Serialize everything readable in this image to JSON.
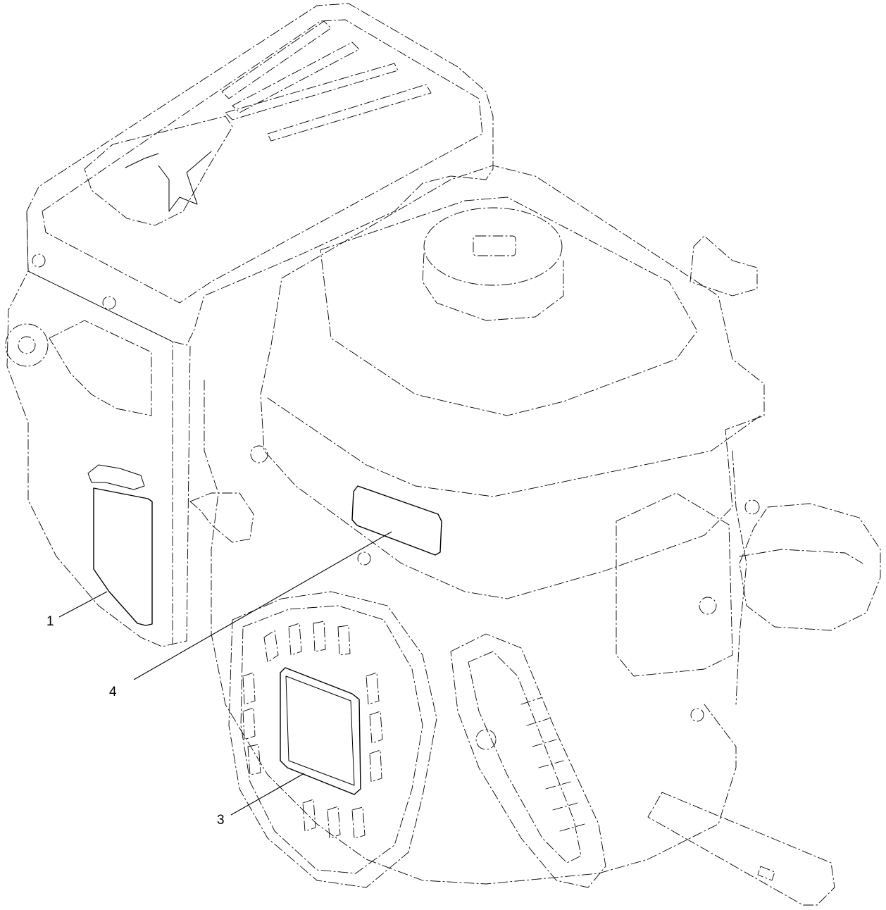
{
  "callouts": [
    {
      "id": "1",
      "label": "1"
    },
    {
      "id": "4",
      "label": "4"
    },
    {
      "id": "3",
      "label": "3"
    }
  ]
}
